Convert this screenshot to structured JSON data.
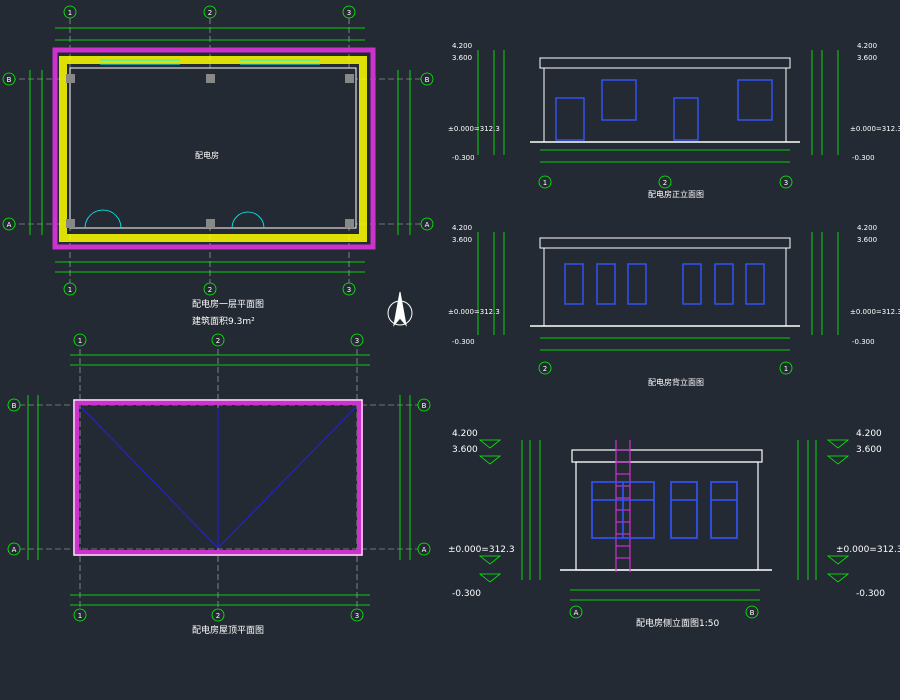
{
  "colors": {
    "background": "#242a33",
    "dim": "#00ff00",
    "wall": "#ffffff",
    "hatch": "#cc33cc",
    "fill": "#ffff00",
    "window": "#3355ff",
    "axis": "#bbbbbb",
    "note": "#00ffff",
    "roof_line": "#2222cc"
  },
  "grid": {
    "g1": "1",
    "g2": "2",
    "g3": "3",
    "ga": "A",
    "gb": "B"
  },
  "plan": {
    "title": "配电房一层平面图",
    "area": "建筑面积9.3m²",
    "room": "配电房"
  },
  "roof": {
    "title": "配电房屋顶平面图"
  },
  "elev_front": {
    "title": "配电房正立面图"
  },
  "elev_back": {
    "title": "配电房背立面图"
  },
  "elev_side": {
    "title": "配电房侧立面图1:50",
    "lv_top": "4.200",
    "lv_eave": "3.600",
    "lv_zero": "±0.000=312.3",
    "lv_ground": "-0.300"
  }
}
